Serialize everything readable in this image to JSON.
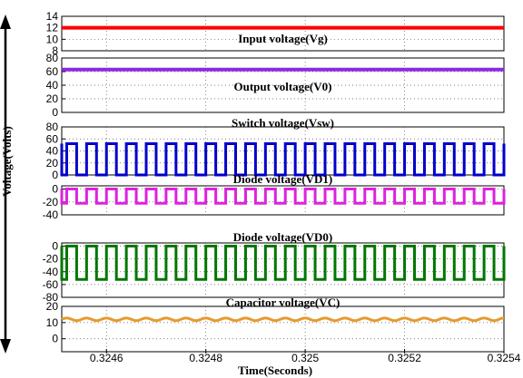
{
  "chart_data": {
    "type": "line",
    "xlabel": "Time(Seconds)",
    "ylabel": "Voltage(Volts)",
    "x_ticks": [
      0.3246,
      0.3248,
      0.325,
      0.3252,
      0.3254
    ],
    "x_tick_labels": [
      "0.3246",
      "0.3248",
      "0.325",
      "0.3252",
      "0.3254"
    ],
    "xlim": [
      0.32451,
      0.3254
    ],
    "grid": true,
    "panels": [
      {
        "title": "Input voltage(Vg)",
        "color": "#ff0000",
        "ylim": [
          8,
          14
        ],
        "yticks": [
          8,
          10,
          12,
          14
        ],
        "series": [
          {
            "kind": "constant",
            "value": 12
          }
        ]
      },
      {
        "title": "Output voltage(V0)",
        "color": "#8a2be2",
        "ylim": [
          0,
          80
        ],
        "yticks": [
          0,
          20,
          40,
          60,
          80
        ],
        "series": [
          {
            "kind": "constant",
            "value": 63
          }
        ]
      },
      {
        "title": "Switch voltage(Vsw)",
        "color": "#0000cc",
        "ylim": [
          0,
          80
        ],
        "yticks": [
          0,
          20,
          40,
          60,
          80
        ],
        "series": [
          {
            "kind": "square",
            "high": 52,
            "low": 0,
            "period": 4e-05,
            "duty": 0.5
          }
        ]
      },
      {
        "title": "Diode voltage(VD1)",
        "color": "#dd22dd",
        "ylim": [
          -40,
          5
        ],
        "yticks": [
          -40,
          -20,
          0
        ],
        "series": [
          {
            "kind": "square",
            "high": 0,
            "low": -22,
            "period": 4e-05,
            "duty": 0.5
          }
        ]
      },
      {
        "title": "Diode voltage(VD0)",
        "color": "#007700",
        "ylim": [
          -80,
          5
        ],
        "yticks": [
          -80,
          -60,
          -40,
          -20,
          0
        ],
        "series": [
          {
            "kind": "square",
            "high": 0,
            "low": -52,
            "period": 4e-05,
            "duty": 0.5
          }
        ]
      },
      {
        "title": "Capacitor voltage(VC)",
        "color": "#e69a2e",
        "ylim": [
          -8,
          20
        ],
        "yticks": [
          0,
          10,
          20
        ],
        "series": [
          {
            "kind": "ripple",
            "value": 12,
            "amplitude": 0.8,
            "period": 4e-05
          }
        ]
      }
    ]
  }
}
